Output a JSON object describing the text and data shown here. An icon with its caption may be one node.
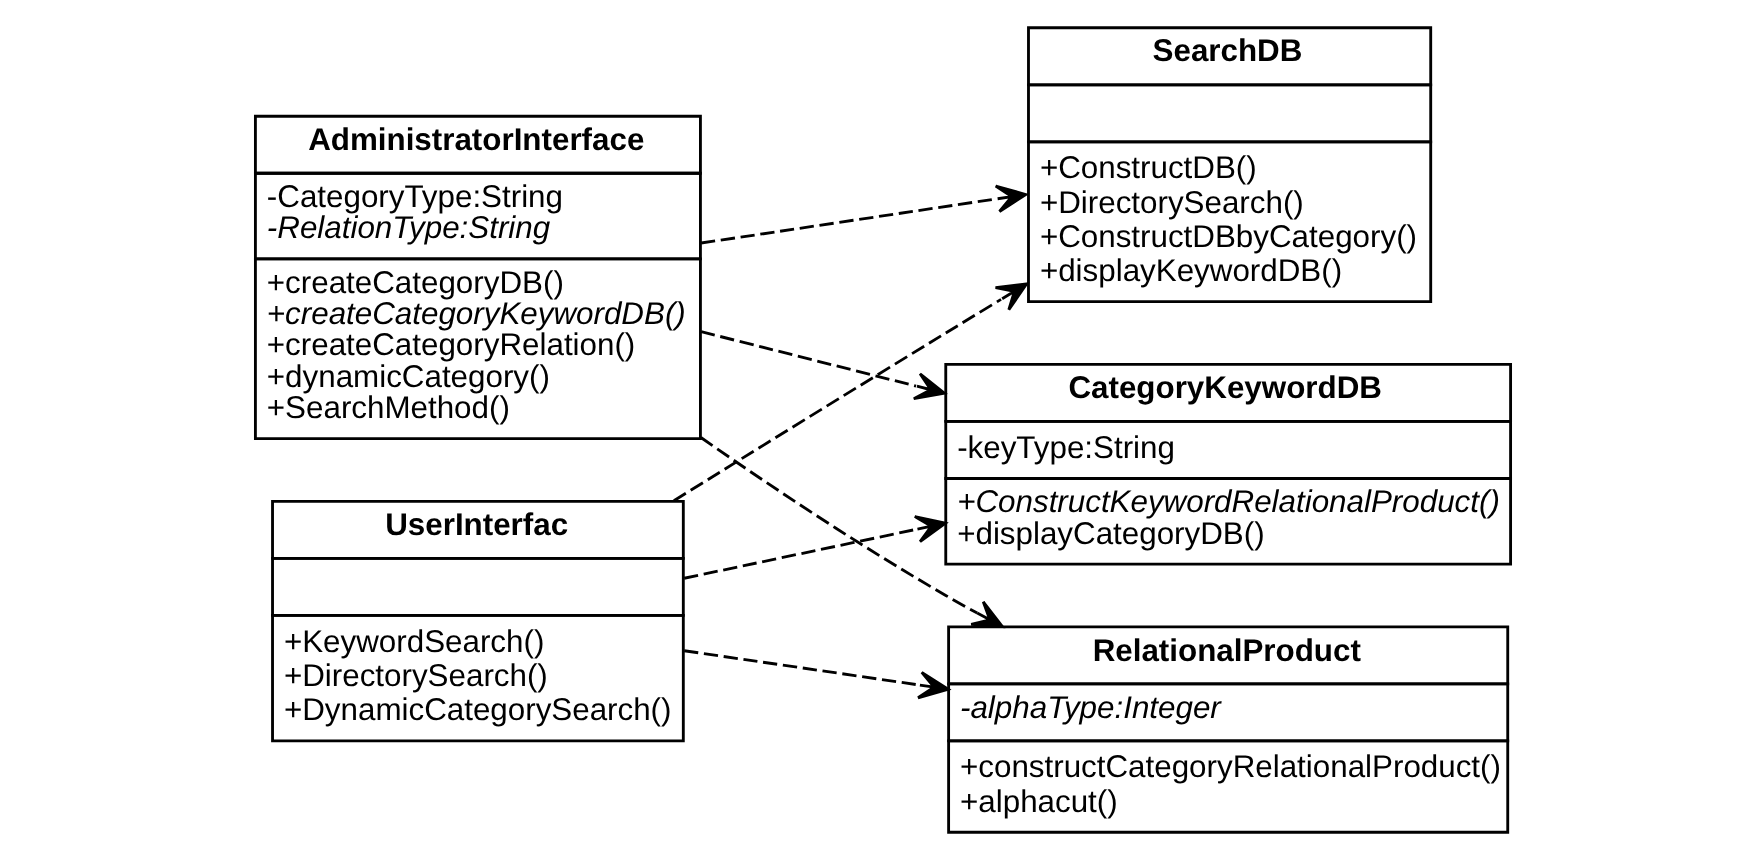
{
  "diagram": {
    "nodes": [
      {
        "text": [
          "AdministratorInterface",
          "-CategoryType:String",
          "-RelationType:String",
          "+createCategoryDB()",
          "+createCategoryKeywordDB()",
          "+createCategoryRelation()",
          "+dynamicCategory()",
          "+SearchMethod()"
        ]
      },
      {
        "text": [
          "SearchDB",
          "+ConstructDB()",
          "+DirectorySearch()",
          "+ConstructDBbyCategory()",
          "+displayKeywordDB()"
        ]
      },
      {
        "text": [
          "UserInterfac",
          "+KeywordSearch()",
          "+DirectorySearch()",
          "+DynamicCategorySearch()"
        ]
      },
      {
        "text": [
          "CategoryKeywordDB",
          "-keyType:String",
          "+ConstructKeywordRelationalProduct()",
          "+displayCategoryDB()"
        ]
      },
      {
        "text": [
          "RelationalProduct",
          "-alphaType:Integer",
          "+constructCategoryRelationalProduct()",
          "+alphacut()"
        ]
      }
    ],
    "edges": [
      {
        "from": 0,
        "to": 1,
        "arrow": "to",
        "style": "dashed"
      },
      {
        "from": 2,
        "to": 1,
        "arrow": "to",
        "style": "dashed"
      },
      {
        "from": 0,
        "to": 3,
        "arrow": "to",
        "style": "dashed"
      },
      {
        "from": 2,
        "to": 3,
        "arrow": "to",
        "style": "dashed"
      },
      {
        "from": 0,
        "to": 4,
        "arrow": "to",
        "style": "dashed"
      },
      {
        "from": 2,
        "to": 4,
        "arrow": "to",
        "style": "dashed"
      }
    ]
  }
}
